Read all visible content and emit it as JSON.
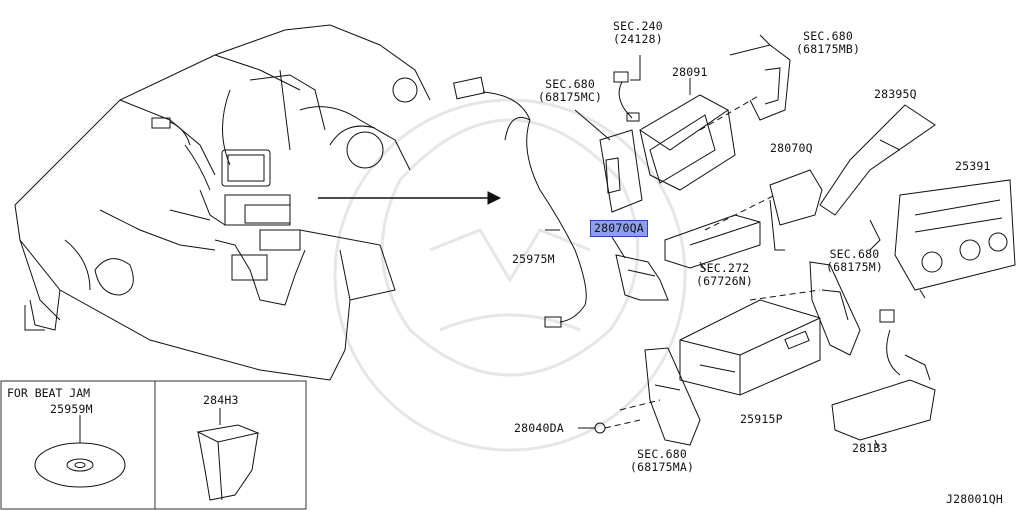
{
  "labels": {
    "sec240": "SEC.240",
    "p24128": "(24128)",
    "sec680_mb": "SEC.680",
    "p68175mb": "(68175MB)",
    "p28091": "28091",
    "sec680_mc": "SEC.680",
    "p68175mc": "(68175MC)",
    "p28395q": "28395Q",
    "p28070q": "28070Q",
    "p25391": "25391",
    "p28070qa": "28070QA",
    "p25975m": "25975M",
    "sec272": "SEC.272",
    "p67726n": "(67726N)",
    "sec680_m": "SEC.680",
    "p68175m": "(68175M)",
    "p28040da": "28040DA",
    "p25915p": "25915P",
    "sec680_ma": "SEC.680",
    "p68175ma": "(68175MA)",
    "p281b3": "281B3",
    "diagram_id": "J28001QH"
  },
  "inset": {
    "beat_jam_title": "FOR BEAT JAM",
    "p25959m": "25959M",
    "p284h3": "284H3"
  },
  "colors": {
    "highlight": "#8ea0ea",
    "line": "#111111"
  }
}
